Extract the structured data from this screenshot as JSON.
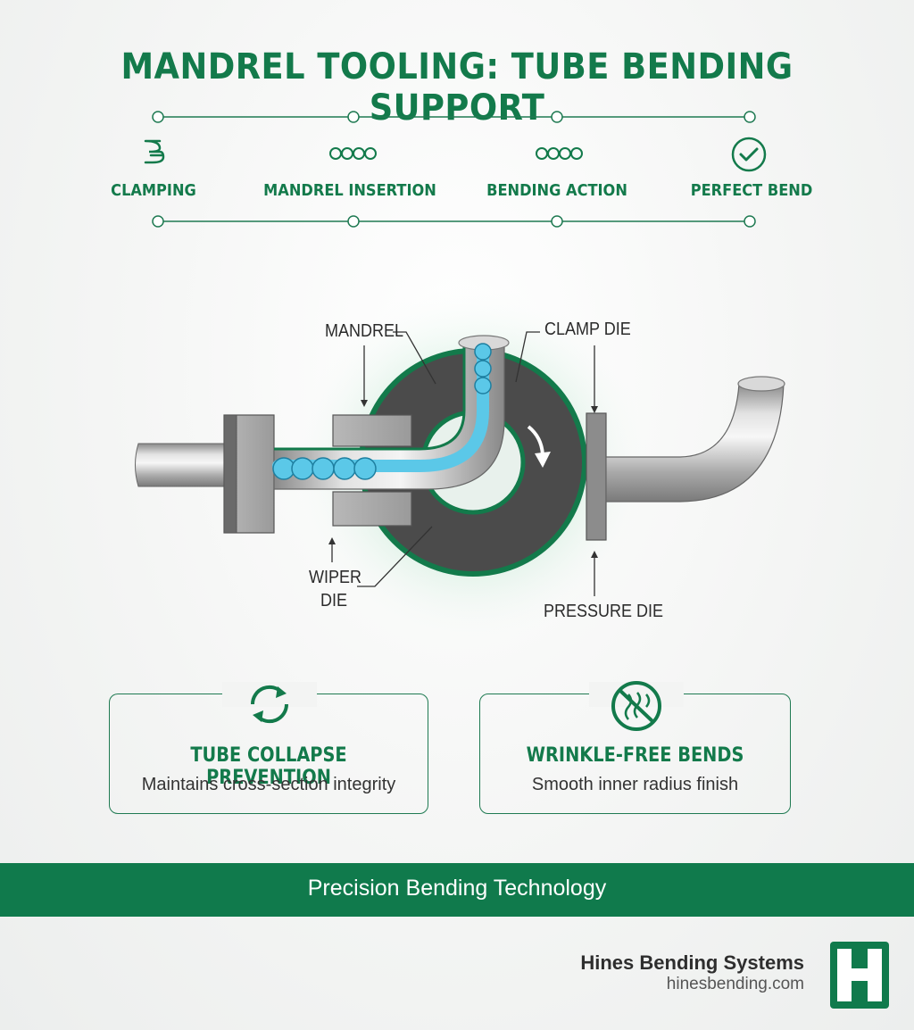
{
  "title": "MANDREL TOOLING: TUBE BENDING SUPPORT",
  "steps": [
    {
      "label": "CLAMPING",
      "icon": "clamp-icon"
    },
    {
      "label": "MANDREL INSERTION",
      "icon": "mandrel-balls-icon"
    },
    {
      "label": "BENDING ACTION",
      "icon": "mandrel-balls-icon"
    },
    {
      "label": "PERFECT BEND",
      "icon": "check-circle-icon"
    }
  ],
  "callouts": {
    "mandrel": "MANDREL",
    "clamp_die": "CLAMP DIE",
    "wiper_die_line1": "WIPER",
    "wiper_die_line2": "DIE",
    "pressure_die": "PRESSURE DIE"
  },
  "cards": [
    {
      "title": "TUBE COLLAPSE PREVENTION",
      "subtitle": "Maintains cross-section integrity",
      "icon": "refresh-cycle-icon"
    },
    {
      "title": "WRINKLE-FREE BENDS",
      "subtitle": "Smooth inner radius finish",
      "icon": "no-wrinkle-icon"
    }
  ],
  "footer": {
    "tagline": "Precision Bending Technology"
  },
  "brand": {
    "name": "Hines Bending Systems",
    "url": "hinesbending.com",
    "logo_letter": "H"
  },
  "colors": {
    "primary_green": "#137a4b",
    "mandrel_blue": "#5bc8e8",
    "die_dark": "#4a4a4a"
  }
}
